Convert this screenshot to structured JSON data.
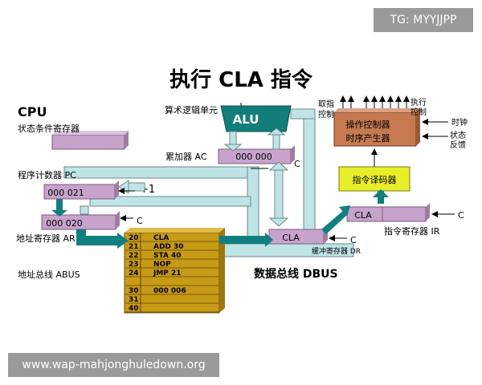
{
  "title": "执行 CLA 指令",
  "cpu_label": "CPU",
  "labels": {
    "status_register": "状态条件寄存器",
    "alu_unit": "算术逻辑单元",
    "accumulator": "累加器 AC",
    "pc": "程序计数器 PC",
    "plus_one": "+1",
    "address_register": "地址寄存器 AR",
    "address_bus": "地址总线 ABUS",
    "data_bus": "数据总线 DBUS",
    "buffer_register": "缓冲寄存器 DR",
    "instruction_register": "指令寄存器 IR",
    "decoder": "指令译码器",
    "control_line1": "操作控制器",
    "control_line2": "时序产生器",
    "fetch_ctrl": [
      "取指",
      "控制"
    ],
    "exec_ctrl": [
      "执行",
      "控制"
    ],
    "clock": "时钟",
    "status_feedback": [
      "状态",
      "反馈"
    ],
    "c": "C"
  },
  "registers": {
    "alu": "ALU",
    "ac": "000 000",
    "pc": "000 021",
    "ar": "000 020",
    "dr": "CLA",
    "ir": "CLA"
  },
  "memory": [
    {
      "addr": "20",
      "content": "CLA"
    },
    {
      "addr": "21",
      "content": "ADD 30"
    },
    {
      "addr": "22",
      "content": "STA 40"
    },
    {
      "addr": "23",
      "content": "NOP"
    },
    {
      "addr": "24",
      "content": "JMP 21"
    },
    {
      "addr": "",
      "content": ""
    },
    {
      "addr": "30",
      "content": "000 006"
    },
    {
      "addr": "31",
      "content": ""
    },
    {
      "addr": "40",
      "content": ""
    }
  ],
  "watermark_top": "TG: MYYJJPP",
  "watermark_bottom": "www.wap-mahjonghuledown.org",
  "colors": {
    "register_fill": "#c7a3cc",
    "alu_fill": "#137d7a",
    "control_fill": "#c77a52",
    "decoder_fill": "#e7ee2a",
    "memory_fill": "#c89b16",
    "bus_fill": "#bfe4e6",
    "teal_arrow": "#117e80"
  }
}
